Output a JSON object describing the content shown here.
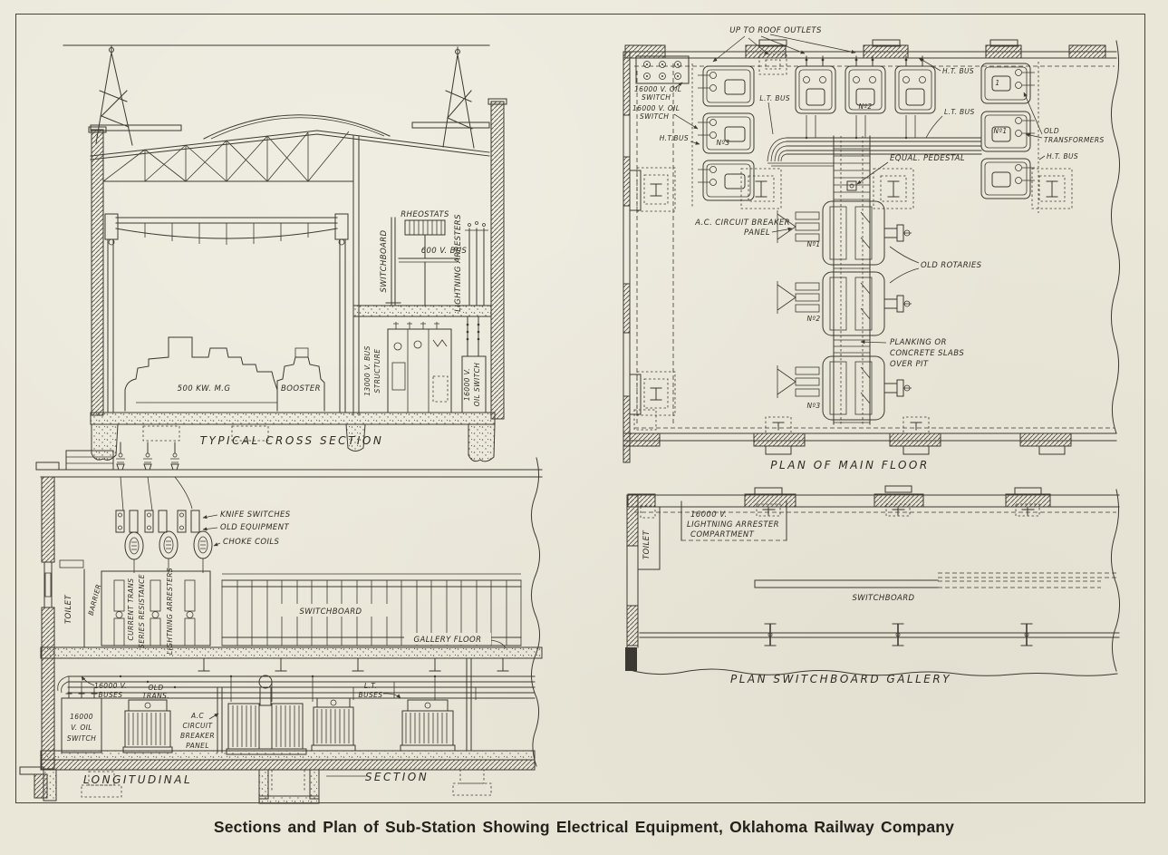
{
  "page": {
    "caption": "Sections and Plan of Sub-Station Showing Electrical Equipment, Oklahoma Railway Company",
    "paper_color": "#eae7d9",
    "ink_color": "#3b3931"
  },
  "cross_section": {
    "title": "TYPICAL CROSS SECTION",
    "labels": {
      "rheostats": "RHEOSTATS",
      "bus_600": "600 V. BUS",
      "switchboard": "SWITCHBOARD",
      "lightning_arresters": "LIGHTNING ARRESTERS",
      "bus_structure_1": "13000 V. BUS",
      "bus_structure_2": "STRUCTURE",
      "oil_switch_1": "16000 V.",
      "oil_switch_2": "OIL SWITCH",
      "motor_generator": "500 KW. M.G",
      "booster": "BOOSTER"
    }
  },
  "plan_main_floor": {
    "title": "PLAN OF MAIN FLOOR",
    "labels": {
      "up_to_roof_outlets": "UP TO ROOF OUTLETS",
      "oil_switch_a1": "16000 V. OIL",
      "oil_switch_a2": "SWITCH",
      "oil_switch_b1": "16000 V. OIL",
      "oil_switch_b2": "SWITCH",
      "lt_bus_left": "L.T. BUS",
      "lt_bus_right": "L.T. BUS",
      "ht_bus_top": "H.T. BUS",
      "ht_bus_left": "H.T.BUS",
      "ht_bus_right": "H.T. BUS",
      "old_transformers_1": "OLD",
      "old_transformers_2": "TRANSFORMERS",
      "equal_pedestal": "EQUAL. PEDESTAL",
      "ac_breaker_1": "A.C. CIRCUIT BREAKER",
      "ac_breaker_2": "PANEL",
      "old_rotaries": "OLD ROTARIES",
      "planking_1": "PLANKING OR",
      "planking_2": "CONCRETE SLABS",
      "planking_3": "OVER PIT",
      "cubicle_no2": "Nº2",
      "cubicle_no3": "Nº3",
      "cubicle_no1": "Nº1",
      "cubicle_one": "1",
      "rotary_no1": "Nº1",
      "rotary_no2": "Nº2",
      "rotary_no3": "Nº3"
    }
  },
  "longitudinal_section": {
    "title_1": "LONGITUDINAL",
    "title_2": "SECTION",
    "labels": {
      "knife_switches": "KNIFE SWITCHES",
      "old_equipment": "OLD EQUIPMENT",
      "choke_coils": "CHOKE COILS",
      "toilet": "TOILET",
      "barrier": "BARRIER",
      "current_trans": "CURRENT TRANS",
      "series_resistance": "SERIES RESISTANCE",
      "lightning_arresters": "LIGHTNING ARRESTERS",
      "switchboard": "SWITCHBOARD",
      "gallery_floor": "GALLERY FLOOR",
      "buses_16000_1": "16000 V.",
      "buses_16000_2": "BUSES",
      "old_trans_1": "OLD",
      "old_trans_2": "TRANS.",
      "oil_switch_1": "16000",
      "oil_switch_2": "V. OIL",
      "oil_switch_3": "SWITCH",
      "ac_panel_1": "A.C",
      "ac_panel_2": "CIRCUIT",
      "ac_panel_3": "BREAKER",
      "ac_panel_4": "PANEL",
      "lt_buses_1": "L.T.",
      "lt_buses_2": "BUSES"
    }
  },
  "plan_switchboard_gallery": {
    "title": "PLAN SWITCHBOARD GALLERY",
    "labels": {
      "toilet": "TOILET",
      "arrester_1": "16000 V.",
      "arrester_2": "LIGHTNING ARRESTER",
      "arrester_3": "COMPARTMENT",
      "switchboard": "SWITCHBOARD"
    }
  }
}
